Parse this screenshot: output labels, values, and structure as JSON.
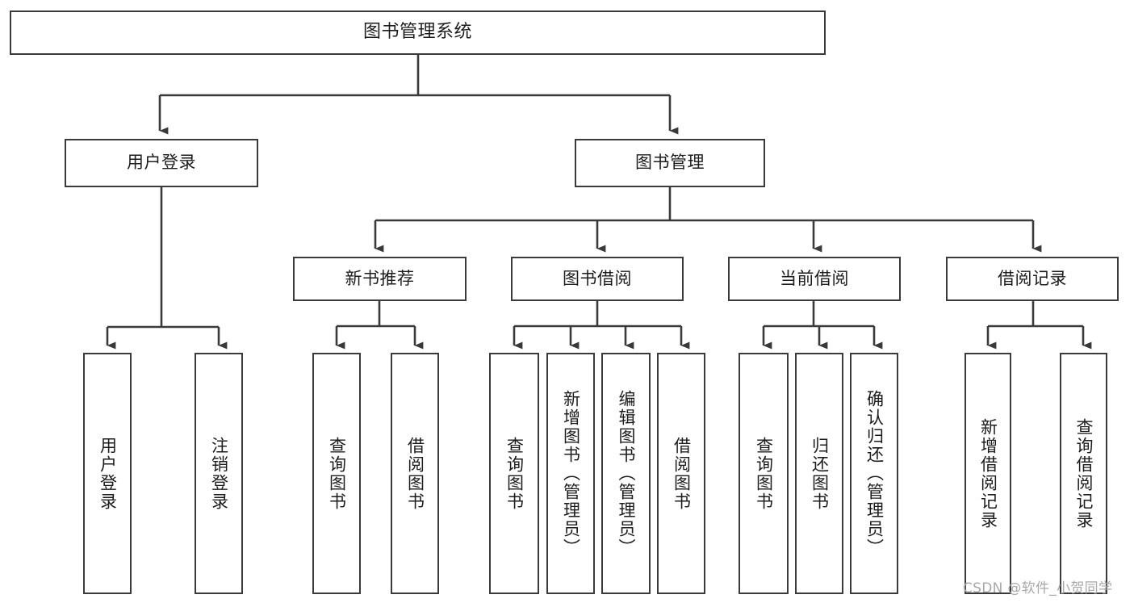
{
  "diagram": {
    "title": "图书管理系统",
    "type": "功能结构图",
    "line_color": "#3a3a3a",
    "text_color": "#1c1c1c",
    "background_color": "#ffffff",
    "root": {
      "label": "图书管理系统"
    },
    "level1": [
      {
        "label": "用户登录"
      },
      {
        "label": "图书管理"
      }
    ],
    "level2": [
      {
        "label": "新书推荐"
      },
      {
        "label": "图书借阅"
      },
      {
        "label": "当前借阅"
      },
      {
        "label": "借阅记录"
      }
    ],
    "leaves": {
      "user_login": [
        {
          "label": "用户登录"
        },
        {
          "label": "注销登录"
        }
      ],
      "new_book_recommend": [
        {
          "label": "查询图书"
        },
        {
          "label": "借阅图书"
        }
      ],
      "book_borrow": [
        {
          "label": "查询图书"
        },
        {
          "label": "新增图书（管理员）"
        },
        {
          "label": "编辑图书（管理员）"
        },
        {
          "label": "借阅图书"
        }
      ],
      "current_borrow": [
        {
          "label": "查询图书"
        },
        {
          "label": "归还图书"
        },
        {
          "label": "确认归还（管理员）"
        }
      ],
      "borrow_record": [
        {
          "label": "新增借阅记录"
        },
        {
          "label": "查询借阅记录"
        }
      ]
    }
  },
  "watermark": {
    "text": "CSDN @软件_小贺同学"
  }
}
